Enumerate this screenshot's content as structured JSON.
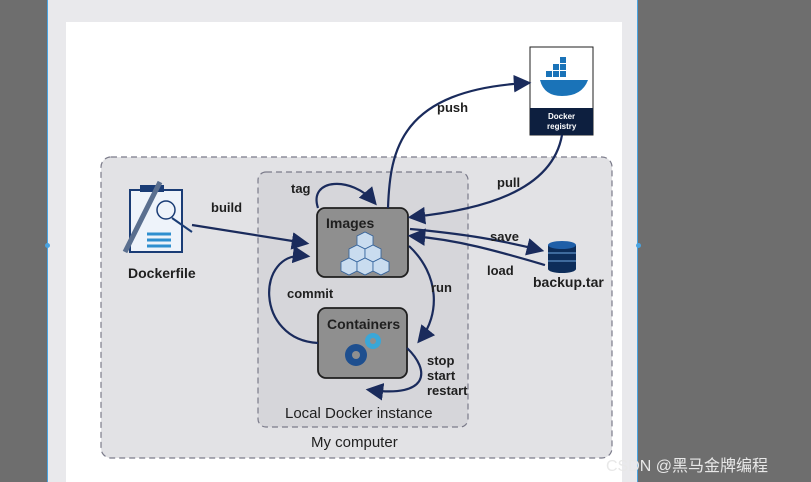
{
  "diagram": {
    "dockerfile_label": "Dockerfile",
    "images_label": "Images",
    "containers_label": "Containers",
    "registry_label_line1": "Docker",
    "registry_label_line2": "registry",
    "backup_label": "backup.tar",
    "local_instance_label": "Local Docker instance",
    "my_computer_label": "My computer",
    "edges": {
      "build": "build",
      "tag": "tag",
      "push": "push",
      "pull": "pull",
      "save": "save",
      "load": "load",
      "run": "run",
      "commit": "commit",
      "stop": "stop",
      "start": "start",
      "restart": "restart"
    },
    "colors": {
      "arrow": "#1a2b5c",
      "node_fill": "#8f8f8f",
      "container_bg": "#e2e2e5",
      "accent_blue": "#2f8fcf"
    }
  },
  "watermark": "CSDN @黑马金牌编程"
}
